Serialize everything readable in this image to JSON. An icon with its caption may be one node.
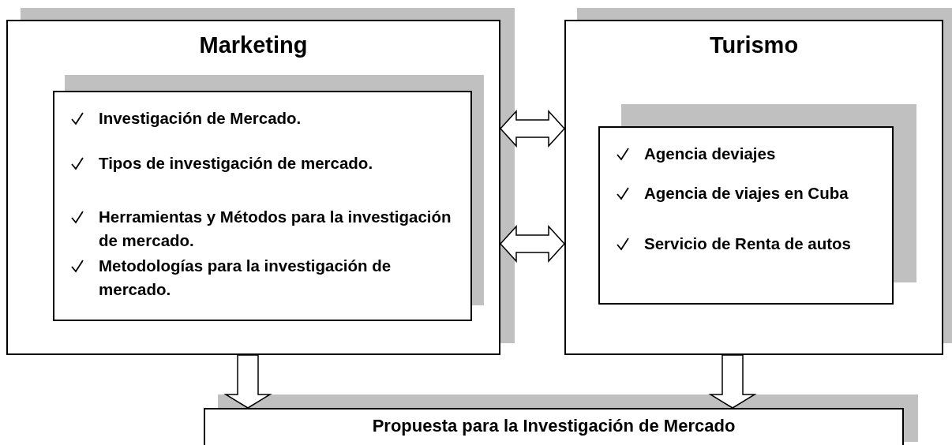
{
  "diagram": {
    "nodes": [
      {
        "text": [
          "Marketing"
        ]
      },
      {
        "text": [
          "Investigación de Mercado.",
          "Tipos de investigación de mercado.",
          "Herramientas y Métodos para la investigación de mercado.",
          "Metodologías para la investigación de mercado."
        ],
        "in": 0
      },
      {
        "text": [
          "Turismo"
        ]
      },
      {
        "text": [
          "Agencia deviajes",
          "Agencia de viajes en Cuba",
          "Servicio de Renta de autos"
        ],
        "in": 2
      },
      {
        "text": [
          "Propuesta para la Investigación de Mercado"
        ]
      }
    ],
    "edges": [
      {
        "from": 0,
        "to": 2,
        "arrow": "both"
      },
      {
        "from": 0,
        "to": 2,
        "arrow": "both"
      },
      {
        "from": 0,
        "to": 4,
        "arrow": "to"
      },
      {
        "from": 2,
        "to": 4,
        "arrow": "to"
      }
    ]
  }
}
